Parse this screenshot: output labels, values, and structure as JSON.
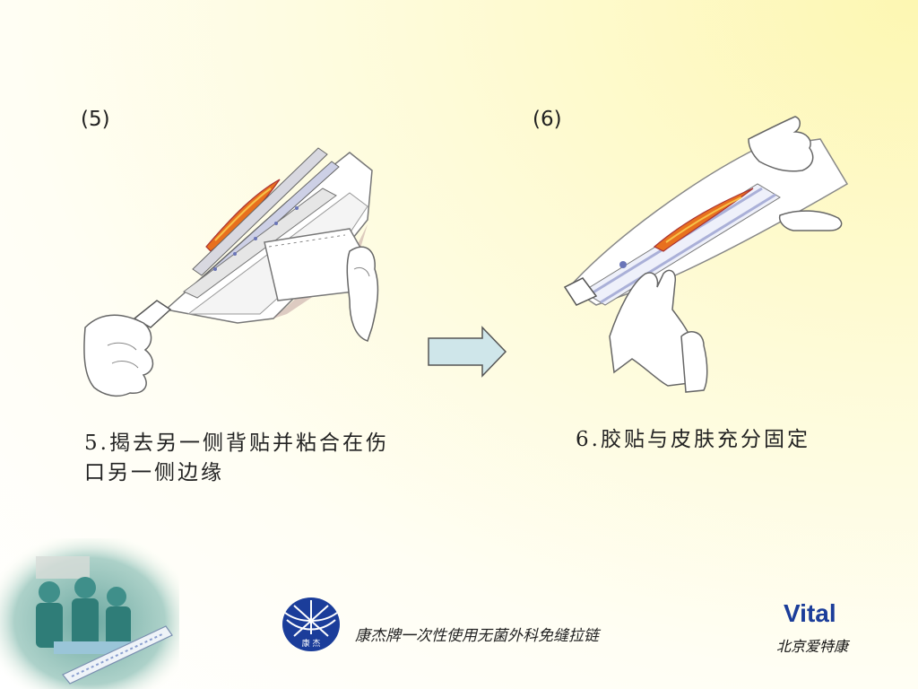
{
  "step5": {
    "number_label": "(5)",
    "caption_line1": "5.揭去另一侧背贴并粘合在伤",
    "caption_line2": "口另一侧边缘"
  },
  "step6": {
    "number_label": "(6)",
    "caption": "6.胶贴与皮肤充分固定"
  },
  "footer": {
    "logo_text": "康 杰",
    "product_title": "康杰牌一次性使用无菌外科免缝拉链",
    "brand_name": "Vital",
    "brand_sub": "北京爱特康"
  },
  "colors": {
    "arrow_fill": "#cfe6ea",
    "logo_blue": "#1b3d9a",
    "wound_orange": "#e8701e"
  }
}
